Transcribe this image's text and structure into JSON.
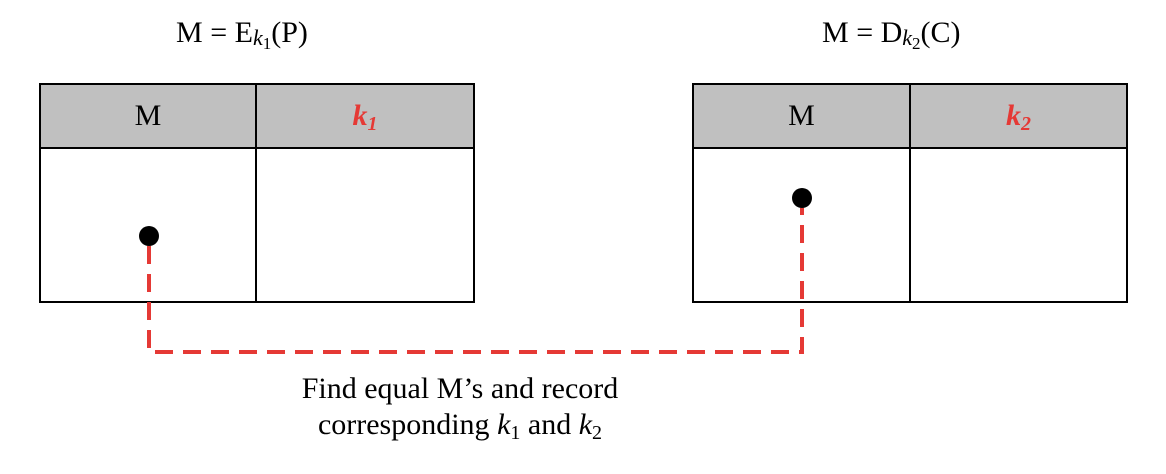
{
  "left": {
    "formula": {
      "lhs": "M",
      "eq": "=",
      "func": "E",
      "key_var": "k",
      "key_index": "1",
      "arg": "(P)"
    },
    "table": {
      "col_m_header": "M",
      "col_k_header_var": "k",
      "col_k_header_index": "1"
    }
  },
  "right": {
    "formula": {
      "lhs": "M",
      "eq": "=",
      "func": "D",
      "key_var": "k",
      "key_index": "2",
      "arg": "(C)"
    },
    "table": {
      "col_m_header": "M",
      "col_k_header_var": "k",
      "col_k_header_index": "2"
    }
  },
  "caption": {
    "line1": "Find equal M’s and record",
    "line2_prefix": "corresponding ",
    "k_var": "k",
    "k1_index": "1",
    "conjunction": " and ",
    "k2_index": "2"
  },
  "colors": {
    "accent_red": "#e53935",
    "header_fill": "#c0c0c0",
    "ink": "#000000"
  }
}
